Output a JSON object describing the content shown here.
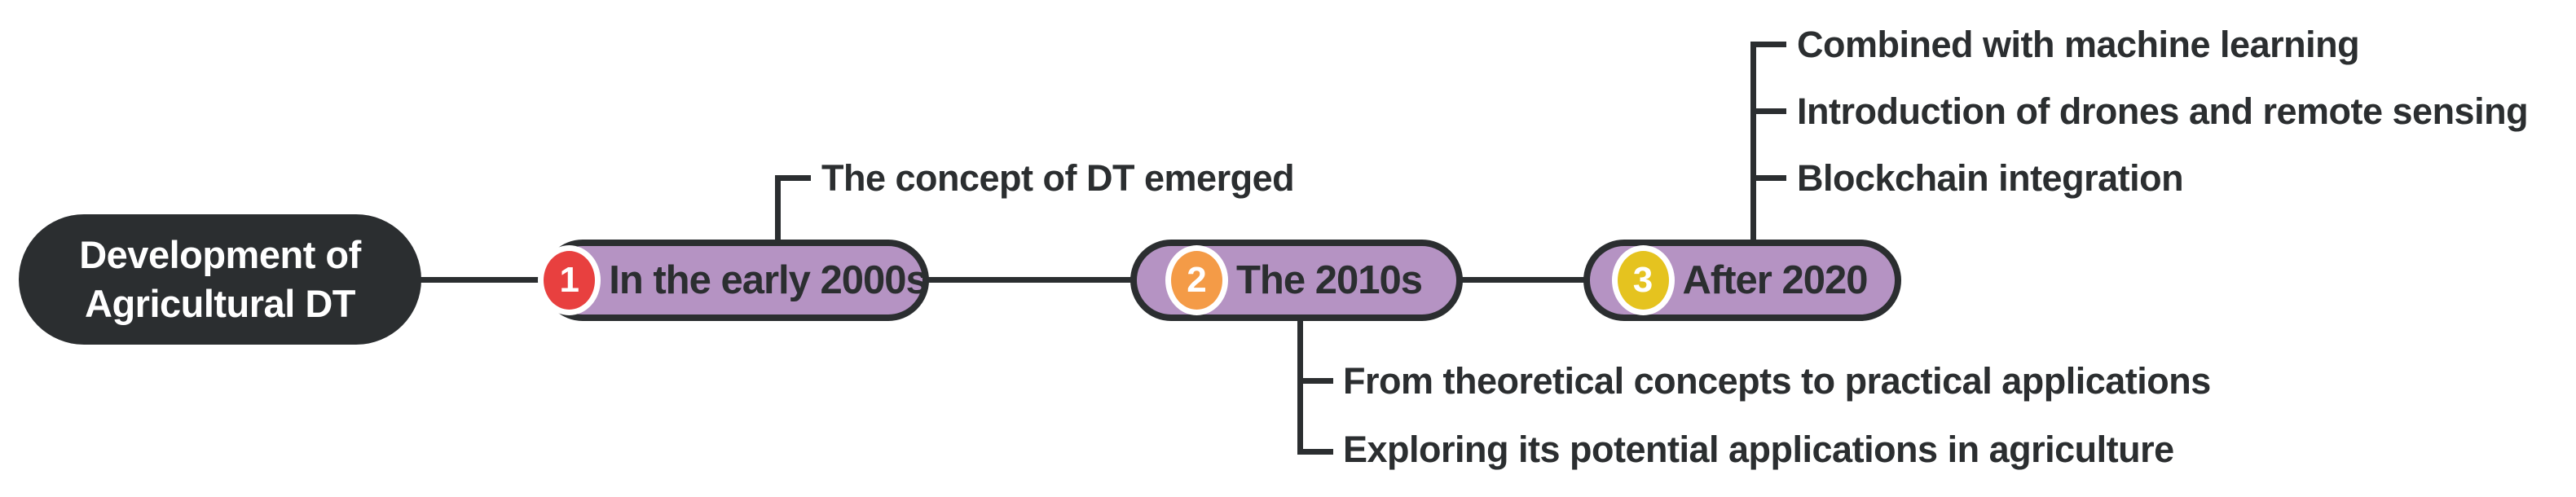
{
  "root": {
    "label": "Development of\nAgricultural DT"
  },
  "nodes": [
    {
      "number": "1",
      "label": "In the early 2000s"
    },
    {
      "number": "2",
      "label": "The 2010s"
    },
    {
      "number": "3",
      "label": "After 2020"
    }
  ],
  "branches": [
    {
      "parent": "In the early 2000s",
      "direction": "up",
      "items": [
        "The concept of DT emerged"
      ]
    },
    {
      "parent": "The 2010s",
      "direction": "down",
      "items": [
        "From theoretical concepts to practical applications",
        "Exploring its potential applications in agriculture"
      ]
    },
    {
      "parent": "After 2020",
      "direction": "up",
      "items": [
        "Combined with machine learning",
        "Introduction of drones and remote sensing",
        "Blockchain integration"
      ]
    }
  ],
  "colors": {
    "background": "#ffffff",
    "ink": "#2b2e30",
    "node-fill": "#b593c3",
    "node-border": "#2b2e30",
    "root-fill": "#2b2e30",
    "root-text": "#ffffff",
    "badge-1": "#e8403f",
    "badge-2": "#f49b47",
    "badge-3": "#e5c31f",
    "badge-ring": "#ffffff",
    "badge-number": "#ffffff"
  }
}
